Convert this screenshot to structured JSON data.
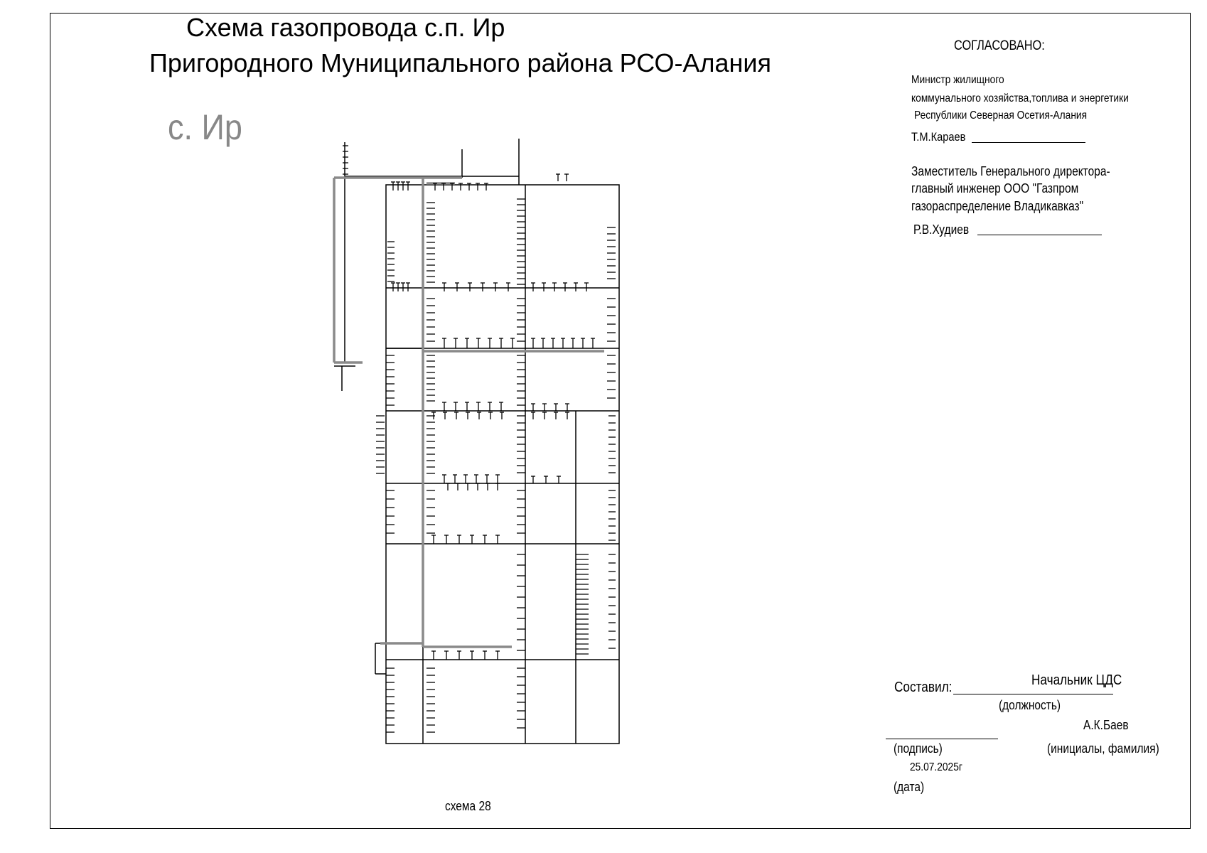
{
  "title": {
    "line1": "Схема газопровода с.п. Ир",
    "line2": "Пригородного  Муниципального района РСО-Алания"
  },
  "village_label": "с. Ир",
  "approval": {
    "heading": "СОГЛАСОВАНО:",
    "signer1": {
      "line1": "Министр жилищного",
      "line2": "коммунального  хозяйства,топлива и энергетики",
      "line3": " Республики Северная Осетия-Алания",
      "name": "Т.М.Караев"
    },
    "signer2": {
      "line1": "Заместитель Генерального директора-",
      "line2": "главный инженер  ООО \"Газпром",
      "line3": "газораспределение Владикавказ\"",
      "name": "Р.В.Худиев"
    }
  },
  "compiled": {
    "label": "Составил:",
    "position": "Начальник ЦДС",
    "position_caption": "(должность)",
    "name": "А.К.Баев",
    "signature_caption": "(подпись)",
    "name_caption": "(инициалы, фамилия)",
    "date": "25.07.2025г",
    "date_caption": "(дата)"
  },
  "scheme_caption": "схема 28",
  "colors": {
    "gas_pipe": "#8a8a8a",
    "lines": "#000000"
  }
}
